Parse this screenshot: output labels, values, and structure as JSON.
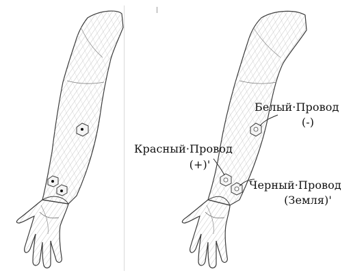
{
  "labels": {
    "white_wire": "Белый·Провод",
    "white_wire_sign": "(-)",
    "red_wire": "Красный·Провод",
    "red_wire_sign": "(+)'",
    "black_wire": "Черный·Провод",
    "black_wire_sub": "(Земля)'"
  },
  "colors": {
    "ink": "#111111",
    "outline": "#3a3a3a",
    "hatch": "#9e9e9e",
    "divider": "#d9d9d9"
  },
  "icons": {
    "electrode": "hexagon-pad",
    "arm": "arm-sketch"
  }
}
